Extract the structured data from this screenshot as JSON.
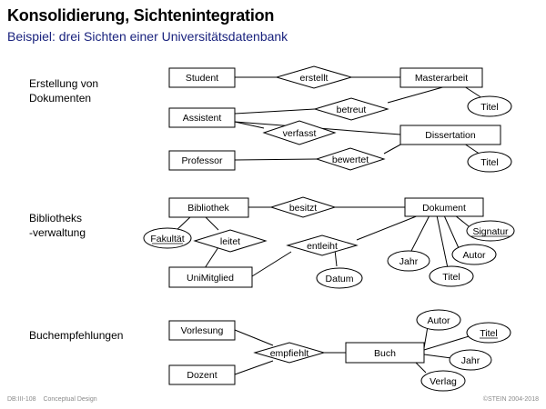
{
  "title": "Konsolidierung, Sichtenintegration",
  "subtitle": "Beispiel: drei Sichten einer Universitätsdatenbank",
  "sections": {
    "s1_line1": "Erstellung von",
    "s1_line2": "Dokumenten",
    "s2_line1": "Bibliotheks",
    "s2_line2": "-verwaltung",
    "s3": "Buchempfehlungen"
  },
  "entities": {
    "student": "Student",
    "assistent": "Assistent",
    "professor": "Professor",
    "masterarbeit": "Masterarbeit",
    "dissertation": "Dissertation",
    "bibliothek": "Bibliothek",
    "unimitglied": "UniMitglied",
    "dokument": "Dokument",
    "vorlesung": "Vorlesung",
    "dozent": "Dozent",
    "buch": "Buch"
  },
  "relationships": {
    "erstellt": "erstellt",
    "betreut": "betreut",
    "verfasst": "verfasst",
    "bewertet": "bewertet",
    "besitzt": "besitzt",
    "leitet": "leitet",
    "entleiht": "entleiht",
    "empfiehlt": "empfiehlt"
  },
  "attributes": {
    "titel_master": "Titel",
    "titel_diss": "Titel",
    "fakultaet": "Fakultät",
    "signatur": "Signatur",
    "autor_dok": "Autor",
    "titel_dok": "Titel",
    "jahr_dok": "Jahr",
    "datum": "Datum",
    "autor_buch": "Autor",
    "titel_buch": "Titel",
    "jahr_buch": "Jahr",
    "verlag": "Verlag"
  },
  "footer": {
    "left_code": "DB:III-108",
    "left_topic": "Conceptual Design",
    "right": "©STEIN 2004-2018"
  }
}
